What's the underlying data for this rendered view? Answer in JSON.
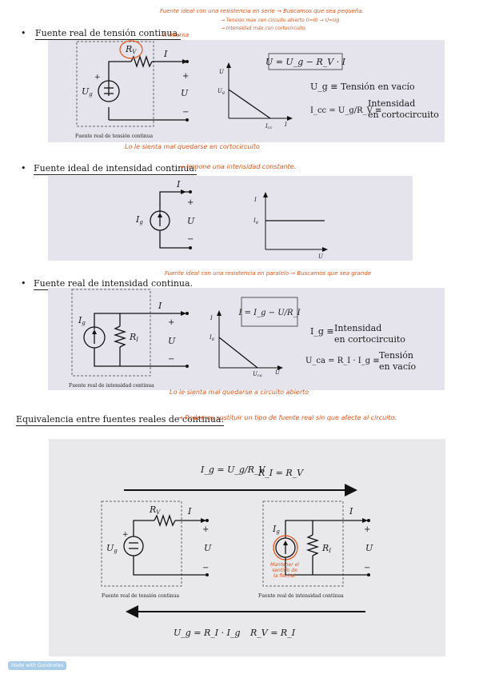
{
  "sections": {
    "s1": {
      "bullet": "•",
      "title": "Fuente real de tensión continua."
    },
    "s2": {
      "bullet": "•",
      "title": "Fuente ideal de intensidad continua."
    },
    "s3": {
      "bullet": "•",
      "title": "Fuente real de intensidad continua."
    },
    "s4": {
      "title": "Equivalencia entre fuentes reales de continua:"
    }
  },
  "notes": {
    "n1a": "Fuente ideal con una resistencia en serie → Buscamos que sea pequeña.",
    "n1b": "→ Tensión max con circuito abierto (I=0) → U=Ug",
    "n1c": "→ Intensidad máx con cortocircuito",
    "n1d": "R interna",
    "n1e": "Lo le sienta mal quedarse en cortocircuito",
    "n2": "→ Impone una intensidad constante.",
    "n3a": "Fuente ideal con una resistencia en paralelo → Buscamos que sea grande",
    "n3b": "Lo le sienta mal quedarse a circuito abierto",
    "n4": "→ Podemos sustituir un tipo de fuente real sin que afecte al circuito.",
    "n5": "Mantener el sentido de la flecha!"
  },
  "fig1": {
    "rv": "R",
    "rv_sub": "V",
    "i": "I",
    "plus": "+",
    "minus": "−",
    "u": "U",
    "ug": "U",
    "ug_sub": "g",
    "caption": "Fuente real de tensión continua",
    "g_u": "U",
    "g_ug": "U",
    "g_ug_sub": "g",
    "g_icc": "I",
    "g_icc_sub": "cc",
    "g_i": "I",
    "eq": "U = U_g − R_V · I",
    "def1": "U_g ≡ Tensión en vacío",
    "def2_lhs": "I_cc = U_g/R_V ≡",
    "def2_l1": "Intensidad",
    "def2_l2": "en cortocircuito"
  },
  "fig2": {
    "i": "I",
    "plus": "+",
    "minus": "−",
    "u": "U",
    "ig": "I",
    "ig_sub": "g",
    "g_i": "I",
    "g_ig": "I",
    "g_ig_sub": "g",
    "g_u": "U"
  },
  "fig3": {
    "i": "I",
    "plus": "+",
    "minus": "−",
    "u": "U",
    "ig": "I",
    "ig_sub": "g",
    "ri": "R",
    "ri_sub": "I",
    "caption": "Fuente real de intensidad continua",
    "g_i": "I",
    "g_ig": "I",
    "g_ig_sub": "g",
    "g_uca": "U",
    "g_uca_sub": "ca",
    "g_u": "U",
    "eq": "I = I_g − U/R_I",
    "def1_lhs": "I_g ≡",
    "def1_l1": "Intensidad",
    "def1_l2": "en cortocircuito",
    "def2_lhs": "U_ca = R_I · I_g ≡",
    "def2_l1": "Tensión",
    "def2_l2": "en vacío"
  },
  "fig4": {
    "top_eq1": "I_g = U_g/R_V",
    "top_eq2": "R_I = R_V",
    "bot_eq1": "U_g = R_I · I_g",
    "bot_eq2": "R_V = R_I",
    "cap_left": "Fuente real de tensión continua",
    "cap_right": "Fuente real de intensidad continua",
    "i": "I",
    "plus": "+",
    "minus": "−",
    "u": "U"
  },
  "footer": {
    "badge": "Made with Goodnotes"
  },
  "colors": {
    "annotation": "#e2561b",
    "panel": "#e5e4ec"
  }
}
